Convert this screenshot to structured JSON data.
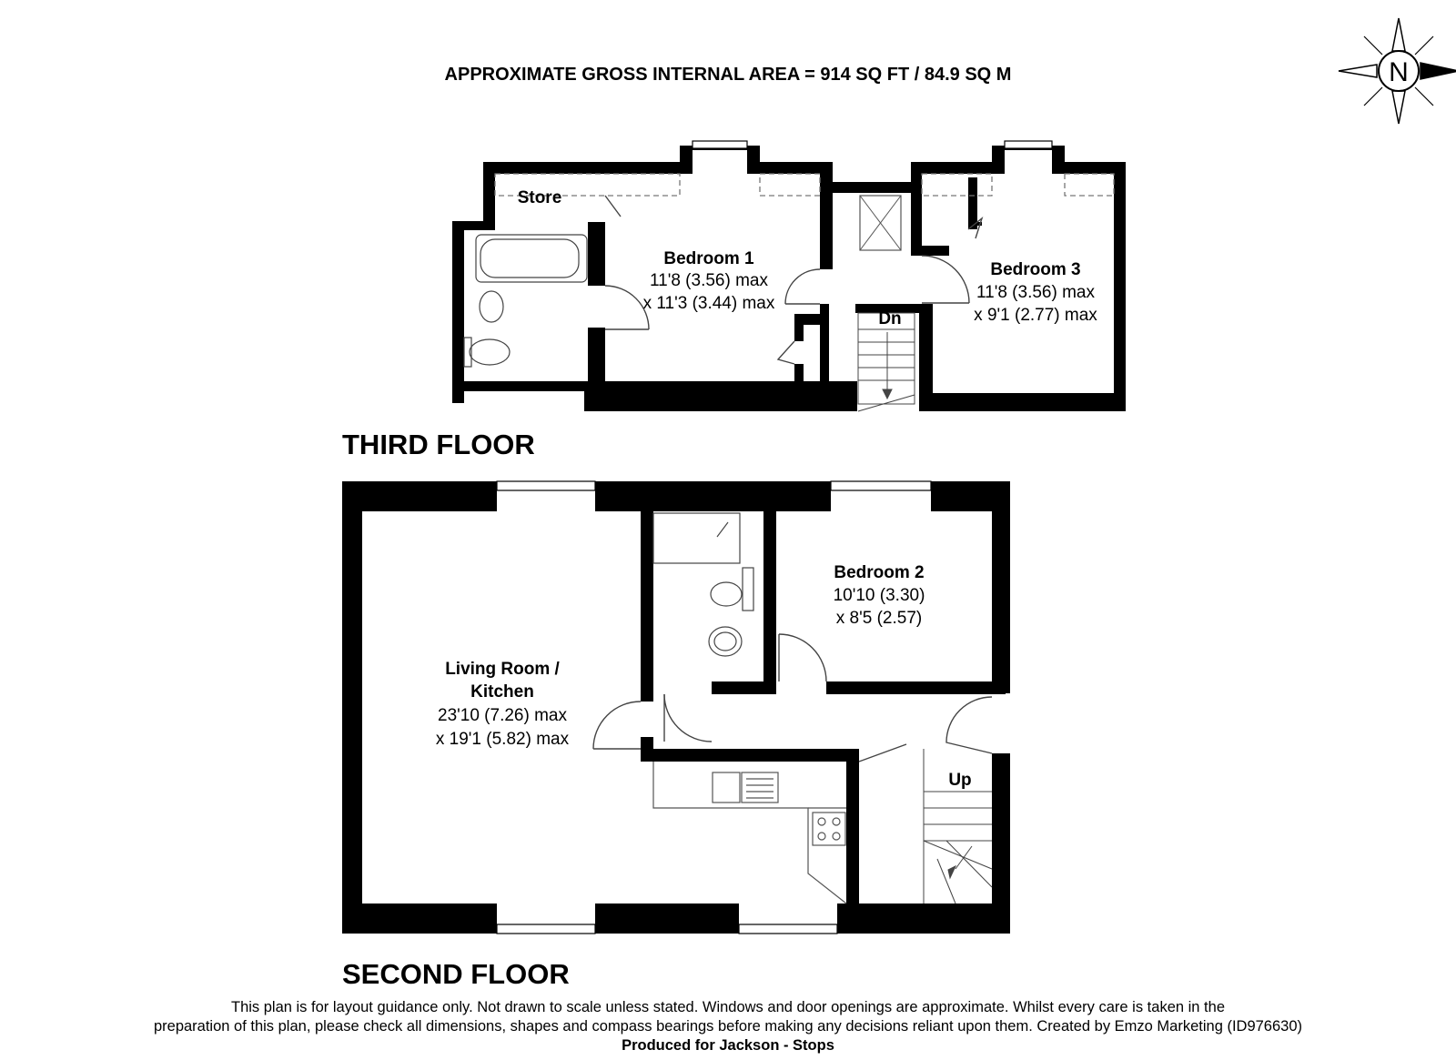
{
  "header": {
    "area_text": "APPROXIMATE GROSS INTERNAL AREA = 914 SQ FT / 84.9 SQ M"
  },
  "compass": {
    "letter": "N",
    "icon": "north-arrow-icon"
  },
  "third_floor": {
    "title": "THIRD FLOOR",
    "rooms": [
      {
        "name": "Store"
      },
      {
        "name": "Bedroom 1",
        "dim1": "11'8 (3.56) max",
        "dim2": "x 11'3 (3.44) max"
      },
      {
        "name": "Bedroom 3",
        "dim1": "11'8 (3.56) max",
        "dim2": "x 9'1 (2.77) max"
      }
    ],
    "stairs_label": "Dn"
  },
  "second_floor": {
    "title": "SECOND FLOOR",
    "rooms": [
      {
        "name1": "Living Room /",
        "name2": "Kitchen",
        "dim1": "23'10 (7.26) max",
        "dim2": "x 19'1 (5.82) max"
      },
      {
        "name": "Bedroom 2",
        "dim1": "10'10 (3.30)",
        "dim2": "x 8'5 (2.57)"
      }
    ],
    "stairs_label": "Up"
  },
  "footer": {
    "line1": "This plan is for layout guidance only. Not drawn to scale unless stated. Windows and door openings are approximate. Whilst every care is taken in the",
    "line2": "preparation of this plan, please check all dimensions, shapes and compass bearings before making any decisions reliant upon them. Created by Emzo Marketing (ID976630)",
    "credit": "Produced for Jackson - Stops"
  },
  "colors": {
    "wall": "#000000",
    "fixture": "#666666",
    "background": "#ffffff"
  }
}
